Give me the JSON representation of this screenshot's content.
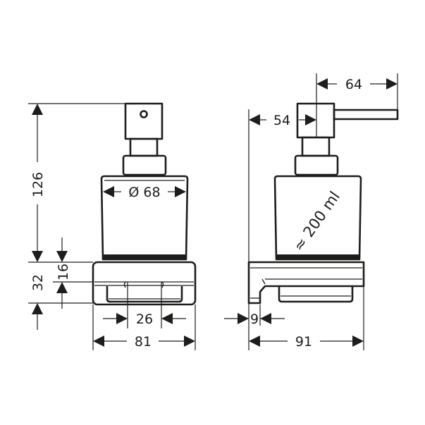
{
  "drawing": {
    "title": "Soap dispenser dimension drawing",
    "units": "mm",
    "line_color": "#1d1d1b",
    "background": "#ffffff"
  },
  "front_view": {
    "dimensions": {
      "total_height": "126",
      "holder_height": "32",
      "holder_upper": "16",
      "container_diameter": "Ø 68",
      "mount_spacing": "26",
      "width": "81"
    }
  },
  "side_view": {
    "dimensions": {
      "spout_reach": "64",
      "pump_offset": "54",
      "wall_offset": "9",
      "depth": "91"
    },
    "capacity_label": "≈ 200 ml"
  }
}
